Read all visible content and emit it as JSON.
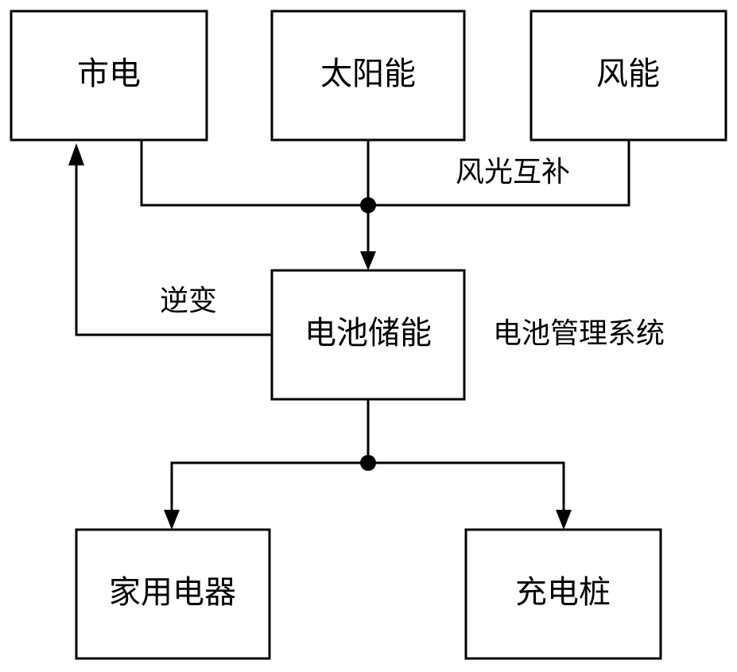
{
  "nodes": {
    "grid": "市电",
    "solar": "太阳能",
    "wind": "风能",
    "battery": "电池储能",
    "appliances": "家用电器",
    "charging_pile": "充电桩"
  },
  "annotations": {
    "wind_solar_hybrid": "风光互补",
    "inverter": "逆变",
    "bms": "电池管理系统"
  }
}
